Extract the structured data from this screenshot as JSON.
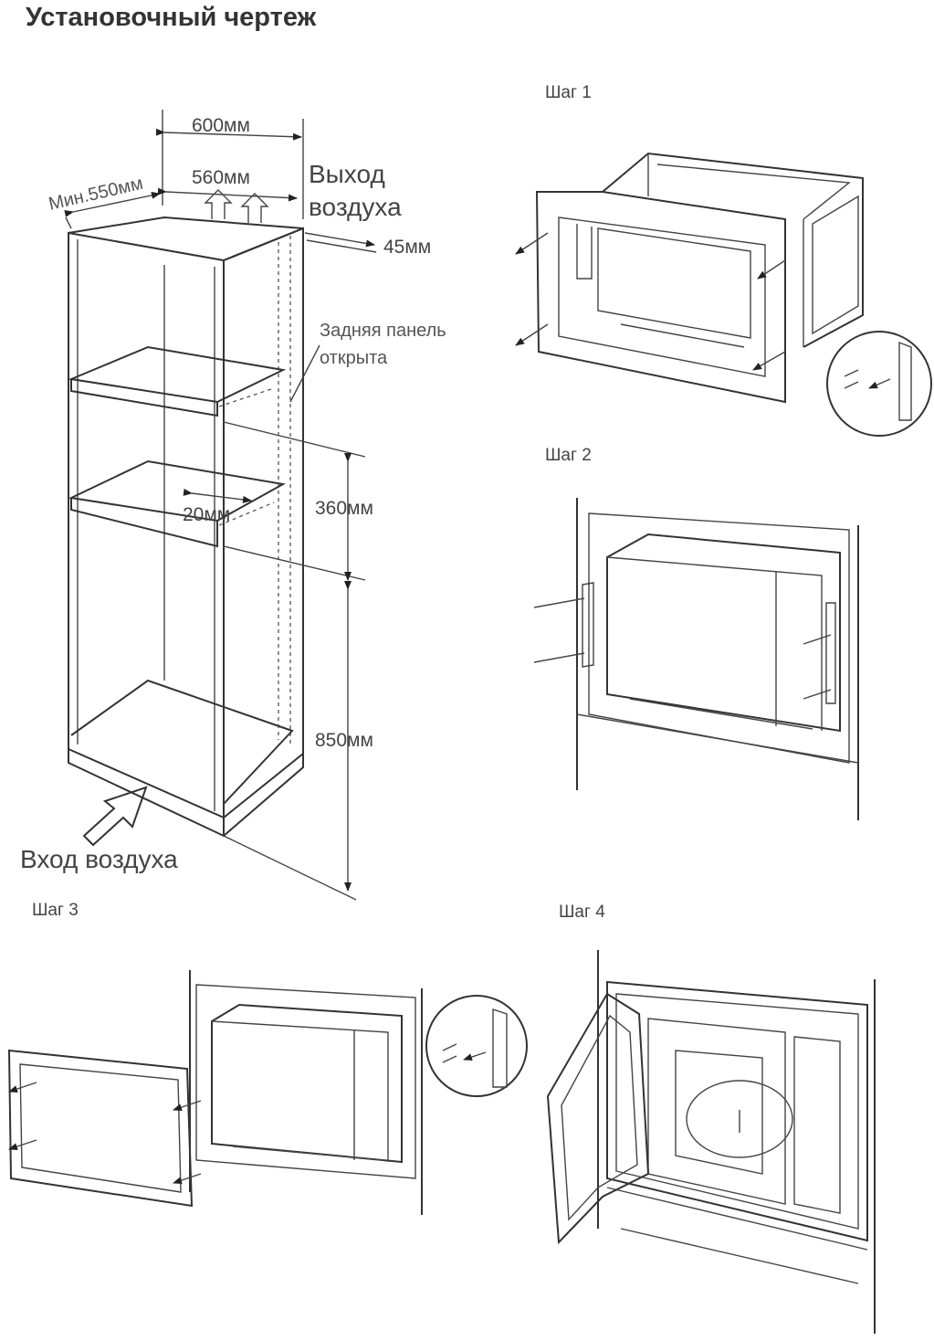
{
  "title": "Установочный чертеж",
  "steps": [
    "Шаг 1",
    "Шаг 2",
    "Шаг 3",
    "Шаг 4"
  ],
  "cabinet": {
    "dim_600": "600мм",
    "dim_min550": "Мин.550мм",
    "dim_560": "560мм",
    "air_out_line1": "Выход",
    "air_out_line2": "воздуха",
    "dim_45": "45мм",
    "rear_panel_line1": "Задняя панель",
    "rear_panel_line2": "открыта",
    "dim_20": "20мм",
    "dim_360": "360мм",
    "dim_850": "850мм",
    "air_in": "Вход воздуха"
  }
}
